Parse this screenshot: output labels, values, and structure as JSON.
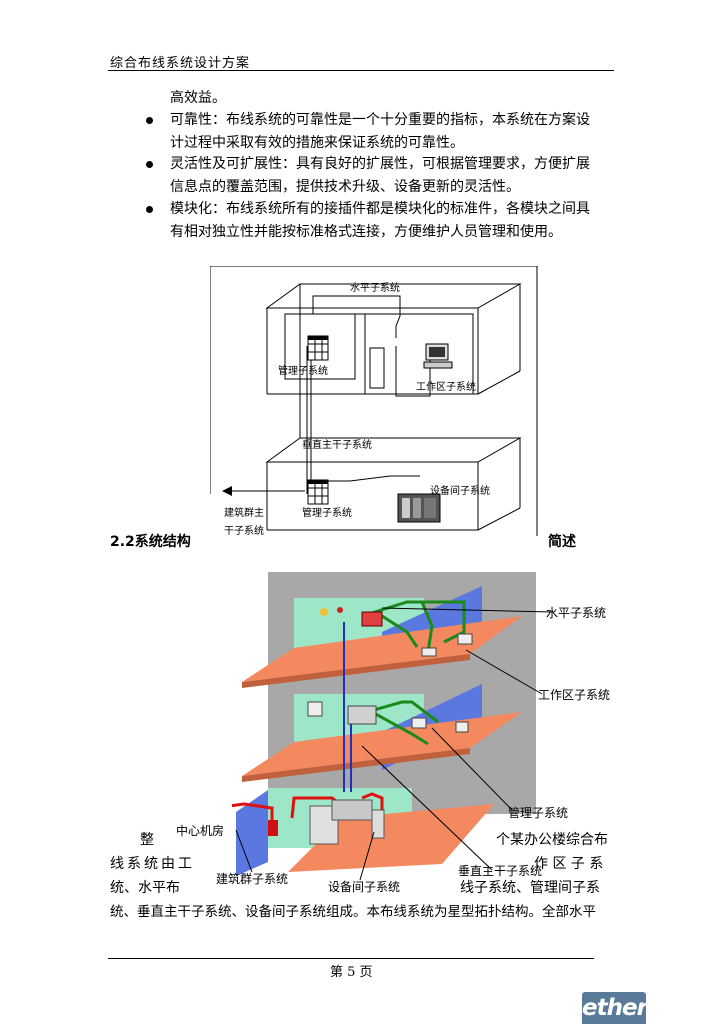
{
  "header": {
    "title": "综合布线系统设计方案"
  },
  "body": {
    "intro_tail": "高效益。",
    "bullets": [
      {
        "line1": "可靠性：布线系统的可靠性是一个十分重要的指标，本系统在方案设",
        "line2": "计过程中采取有效的措施来保证系统的可靠性。"
      },
      {
        "line1": "灵活性及可扩展性：具有良好的扩展性，可根据管理要求，方便扩展",
        "line2": "信息点的覆盖范围，提供技术升级、设备更新的灵活性。"
      },
      {
        "line1": "模块化：布线系统所有的接插件都是模块化的标准件，各模块之间具",
        "line2": "有相对独立性并能按标准格式连接，方便维护人员管理和使用。"
      }
    ],
    "section_heading": "2.2系统结构",
    "section_heading_tail": "简述",
    "closing": {
      "part_a": "整",
      "part_b": "个某办公楼综合布",
      "part_c": "线系统由工",
      "part_d": "作 区 子 系",
      "part_e": "统、水平布",
      "part_f": "线子系统、管理间子系",
      "line_last": "统、垂直主干子系统、设备间子系统组成。本布线系统为星型拓扑结构。全部水平"
    }
  },
  "diagram1": {
    "labels": {
      "horizontal": "水平子系统",
      "management_top": "管理子系统",
      "work_area": "工作区子系统",
      "vertical": "垂直主干子系统",
      "equipment": "设备间子系统",
      "management_bottom": "管理子系统",
      "campus_1": "建筑群主",
      "campus_2": "干子系统"
    }
  },
  "diagram2": {
    "labels": {
      "horizontal": "水平子系统",
      "work_area": "工作区子系统",
      "management": "管理子系统",
      "central": "中心机房",
      "vertical": "垂直主干子系统",
      "campus": "建筑群子系统",
      "equipment": "设备间子系统"
    }
  },
  "footer": {
    "page": "第 5 页",
    "logo": "ether"
  },
  "colors": {
    "floor": "#f4895f",
    "wall_green": "#9ee6c8",
    "panel_blue": "#5a78e0",
    "cable_green": "#1a8a1a",
    "cable_red": "#e01010",
    "backdrop": "#a8a8a8"
  }
}
